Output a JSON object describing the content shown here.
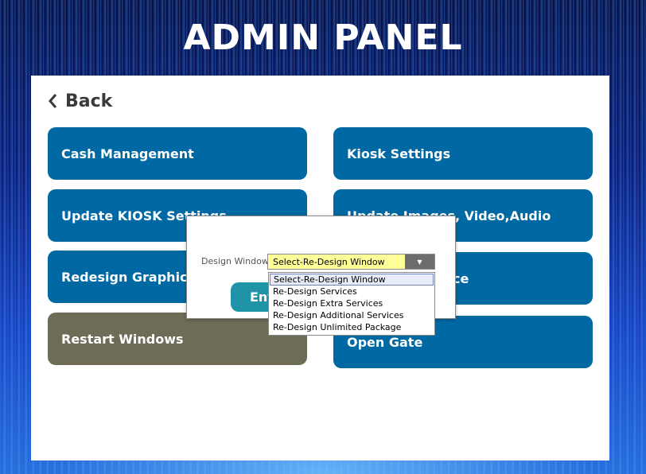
{
  "header": {
    "title": "ADMIN PANEL"
  },
  "nav": {
    "back_label": "Back"
  },
  "tiles": {
    "cash_management": "Cash Management",
    "kiosk_settings": "Kiosk Settings",
    "update_kiosk_settings": "Update KIOSK Settings",
    "update_media": "Update Images, Video,Audio",
    "redesign_graphics": "Redesign Graphics",
    "right_row3_partial": "ce",
    "restart_windows": "Restart Windows",
    "open_gate": "Open Gate"
  },
  "dialog": {
    "design_window_label": "Design Window :",
    "selected_value": "Select-Re-Design Window",
    "enter_button_partial": "Ent",
    "options": [
      "Select-Re-Design Window",
      "Re-Design Services",
      "Re-Design Extra Services",
      "Re-Design Additional Services",
      "Re-Design Unlimited Package"
    ]
  },
  "colors": {
    "tile_blue": "#0068a3",
    "tile_gray": "#6e6c57",
    "enter_teal": "#1f93a8",
    "select_bg": "#ffff99"
  },
  "icons": {
    "back": "chevron-left-icon",
    "dropdown": "caret-down-icon"
  }
}
